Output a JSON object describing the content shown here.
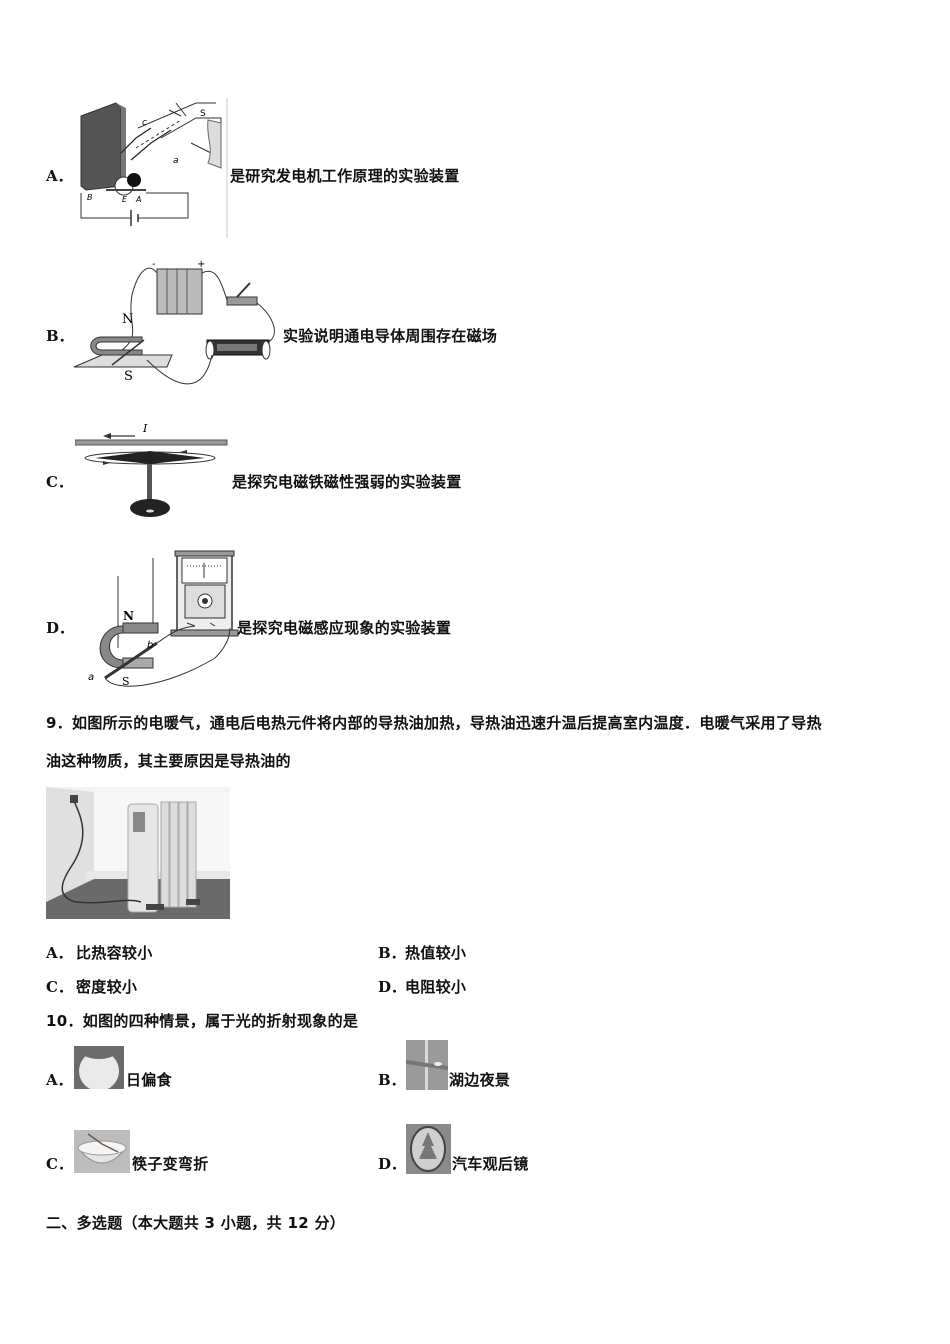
{
  "q8_options": [
    {
      "label": "A．",
      "text": "是研究发电机工作原理的实验装置",
      "figure": "motor-apparatus-figure"
    },
    {
      "label": "B．",
      "text": "实验说明通电导体周围存在磁场",
      "figure": "battery-magnet-circuit-figure"
    },
    {
      "label": "C．",
      "text": "是探究电磁铁磁性强弱的实验装置",
      "figure": "oersted-compass-figure"
    },
    {
      "label": "D．",
      "text": "是探究电磁感应现象的实验装置",
      "figure": "galvanometer-magnet-figure"
    }
  ],
  "figure_labels": {
    "a": {
      "c": "c",
      "s": "S",
      "a": "a",
      "b": "B",
      "e": "E",
      "a2": "A"
    },
    "b": {
      "minus": "-",
      "plus": "+",
      "n": "N",
      "s": "S"
    },
    "c": {
      "current": "I"
    },
    "d": {
      "n": "N",
      "s": "S",
      "a": "a",
      "b": "b"
    }
  },
  "q9": {
    "line1": "9．如图所示的电暖气，通电后电热元件将内部的导热油加热，导热油迅速升温后提高室内温度．电暖气采用了导热",
    "line2": "油这种物质，其主要原因是导热油的",
    "options": [
      {
        "label": "A．",
        "text": "比热容较小"
      },
      {
        "label": "B．",
        "text": "热值较小"
      },
      {
        "label": "C．",
        "text": "密度较小"
      },
      {
        "label": "D．",
        "text": "电阻较小"
      }
    ]
  },
  "q10": {
    "stem": "10．如图的四种情景，属于光的折射现象的是",
    "options": [
      {
        "label": "A．",
        "text": "日偏食"
      },
      {
        "label": "B．",
        "text": "湖边夜景"
      },
      {
        "label": "C．",
        "text": "筷子变弯折"
      },
      {
        "label": "D．",
        "text": "汽车观后镜"
      }
    ]
  },
  "section2": {
    "heading": "二、多选题（本大题共 3 小题，共 12 分）"
  }
}
